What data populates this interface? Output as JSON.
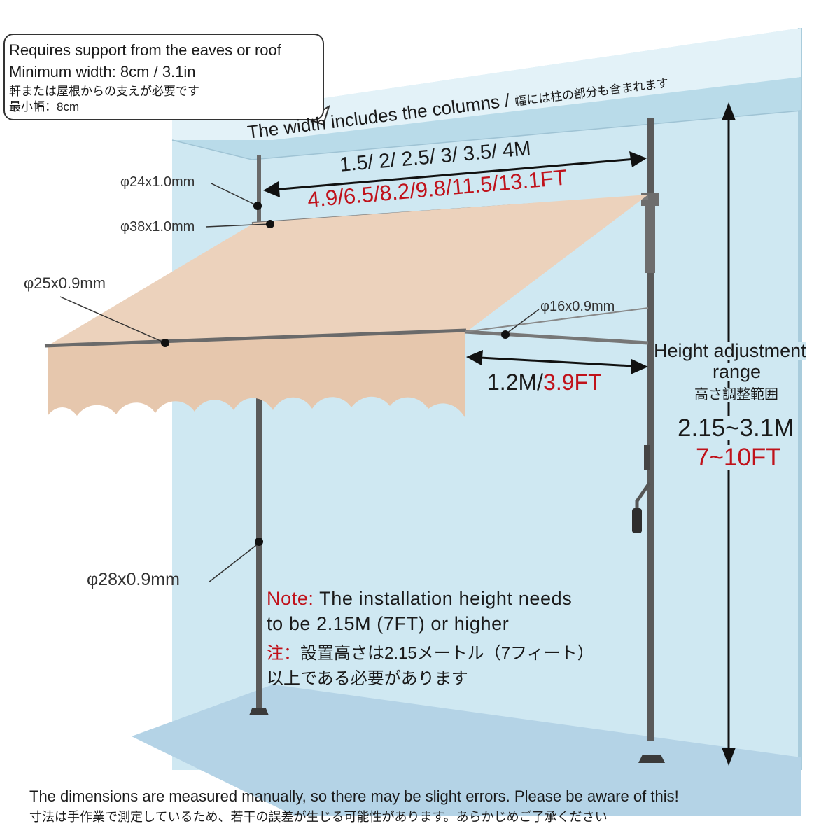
{
  "callout": {
    "line1": "Requires support from the eaves or roof",
    "line2": "Minimum width: 8cm / 3.1in",
    "line3": "軒または屋根からの支えが必要です",
    "line4": "最小幅：8cm"
  },
  "width_note_en": "The width includes the columns /",
  "width_note_ja": "幅には柱の部分も含まれます",
  "width_m": "1.5/ 2/ 2.5/ 3/ 3.5/ 4M",
  "width_ft": "4.9/6.5/8.2/9.8/11.5/13.1FT",
  "specs": {
    "top_post": "φ24x1.0mm",
    "roller_tube": "φ38x1.0mm",
    "front_bar": "φ25x0.9mm",
    "support_arm": "φ16x0.9mm",
    "column": "φ28x0.9mm"
  },
  "projection": {
    "metric": "1.2M/",
    "imperial": "3.9FT"
  },
  "height": {
    "title_line1": "Height adjustment",
    "title_line2": "range",
    "title_ja": "高さ調整範囲",
    "metric": "2.15~3.1M",
    "imperial": "7~10FT"
  },
  "note": {
    "label": "Note:",
    "text1": " The installation height needs",
    "text2": "to be 2.15M (7FT) or higher",
    "label_ja": "注：",
    "text_ja1": "設置高さは2.15メートル（7フィート）",
    "text_ja2": "以上である必要があります"
  },
  "footer": {
    "en": "The dimensions are measured manually, so there may be slight errors. Please be aware of this!",
    "ja": "寸法は手作業で測定しているため、若干の誤差が生じる可能性があります。あらかじめご了承ください"
  },
  "colors": {
    "wall": "#cfe8f2",
    "wall_edge": "#a9ccdc",
    "ceiling_top": "#b9dbe9",
    "ceiling_front": "#e3f2f8",
    "floor": "#b4d3e6",
    "fabric": "#ecd2bc",
    "fabric_shade": "#dcbca3",
    "pole": "#5a5a5a",
    "accent_red": "#c0121b"
  }
}
